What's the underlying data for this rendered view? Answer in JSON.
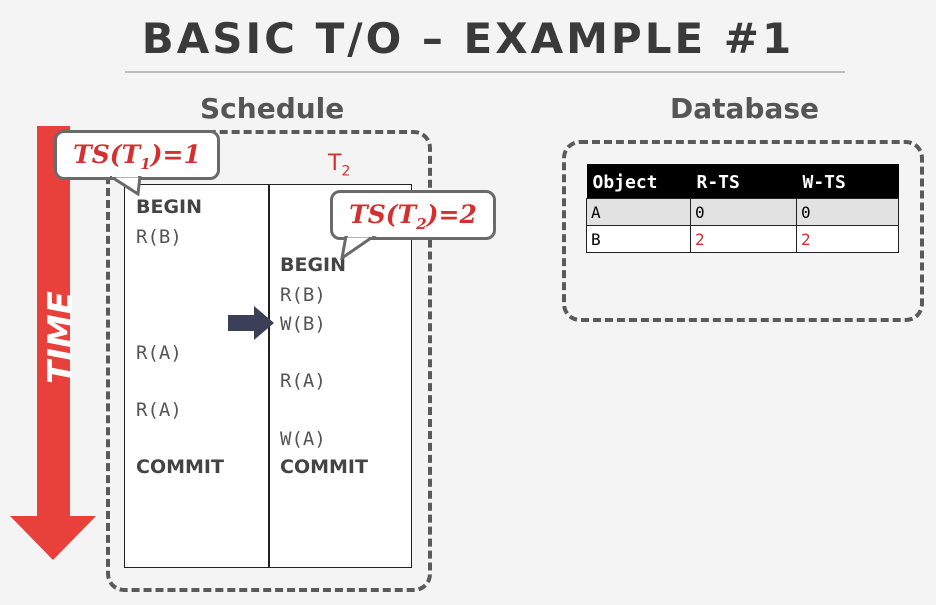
{
  "title": "BASIC T/O – EXAMPLE #1",
  "schedule_label": "Schedule",
  "database_label": "Database",
  "time_label": "TIME",
  "t2_header": {
    "base": "T",
    "sub": "2"
  },
  "callout_t1": {
    "pre": "TS(T",
    "sub": "1",
    "post": ")=1"
  },
  "callout_t2": {
    "pre": "TS(T",
    "sub": "2",
    "post": ")=2"
  },
  "t1_ops": [
    "BEGIN",
    "R(B)",
    "R(A)",
    "R(A)",
    "COMMIT"
  ],
  "t2_ops": [
    "BEGIN",
    "R(B)",
    "W(B)",
    "R(A)",
    "W(A)",
    "COMMIT"
  ],
  "db_table": {
    "headers": [
      "Object",
      "R-TS",
      "W-TS"
    ],
    "rows": [
      [
        "A",
        "0",
        "0"
      ],
      [
        "B",
        "2",
        "2"
      ]
    ]
  },
  "colors": {
    "accent_red": "#d3302f",
    "time_arrow": "#e8413c",
    "current_arrow": "#3b3f58"
  }
}
